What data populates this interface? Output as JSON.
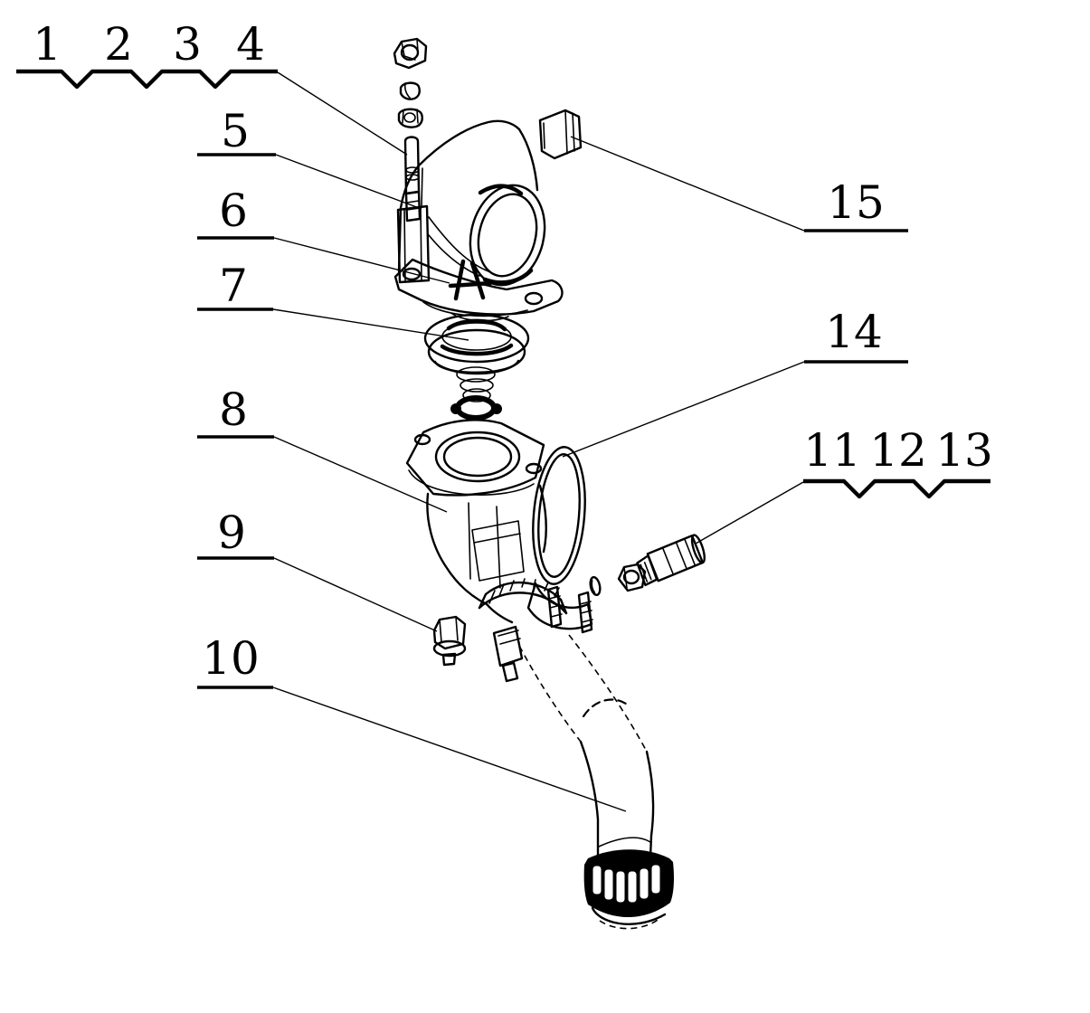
{
  "figure": {
    "type": "exploded-parts-diagram",
    "background_color": "#ffffff",
    "line_color": "#000000",
    "callouts": [
      {
        "label": "1"
      },
      {
        "label": "2"
      },
      {
        "label": "3"
      },
      {
        "label": "4"
      },
      {
        "label": "5"
      },
      {
        "label": "6"
      },
      {
        "label": "7"
      },
      {
        "label": "8"
      },
      {
        "label": "9"
      },
      {
        "label": "10"
      },
      {
        "label": "11"
      },
      {
        "label": "12"
      },
      {
        "label": "13"
      },
      {
        "label": "14"
      },
      {
        "label": "15"
      }
    ],
    "label_groups": [
      {
        "members": "1 2 3 4",
        "style": "shared notched leader line"
      },
      {
        "members": "11 12 13",
        "style": "shared notched leader line"
      }
    ]
  }
}
